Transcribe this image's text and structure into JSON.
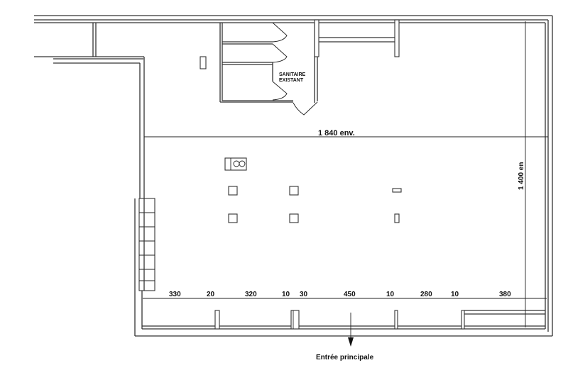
{
  "plan": {
    "room_label": "SANITAIRE\nEXISTANT",
    "room_label_lines": [
      "SANITAIRE",
      "EXISTANT"
    ],
    "width_dimension": "1 840 env.",
    "height_dimension": "1 400 en",
    "facade_dimensions": [
      "330",
      "20",
      "320",
      "10",
      "30",
      "450",
      "10",
      "280",
      "10",
      "380"
    ],
    "entrance_label": "Entrée principale"
  }
}
